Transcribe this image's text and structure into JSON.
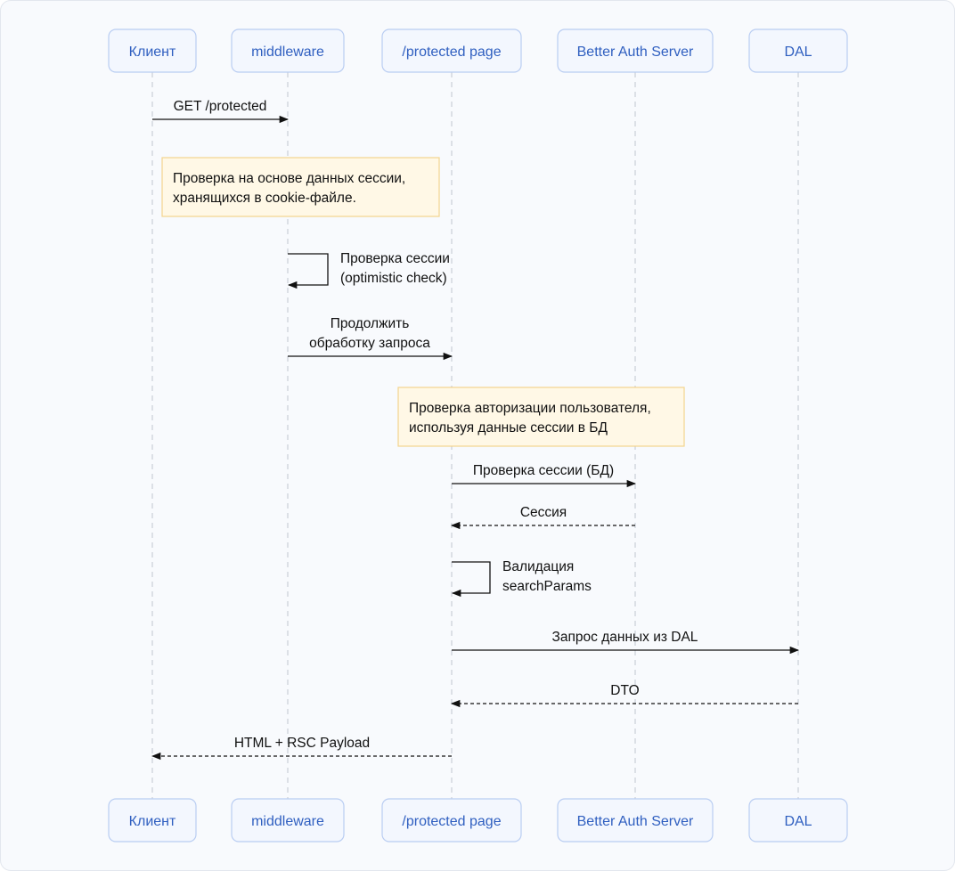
{
  "participants": [
    {
      "id": "client",
      "label": "Клиент"
    },
    {
      "id": "middleware",
      "label": "middleware"
    },
    {
      "id": "page",
      "label": "/protected page"
    },
    {
      "id": "auth",
      "label": "Better Auth Server"
    },
    {
      "id": "dal",
      "label": "DAL"
    }
  ],
  "steps": [
    {
      "kind": "message",
      "from": "client",
      "to": "middleware",
      "style": "solid",
      "lines": [
        "GET /protected"
      ]
    },
    {
      "kind": "note",
      "over": "middleware",
      "lines": [
        "Проверка на основе данных сессии,",
        "хранящихся в cookie-файле."
      ]
    },
    {
      "kind": "self",
      "on": "middleware",
      "lines": [
        "Проверка сессии",
        "(optimistic check)"
      ]
    },
    {
      "kind": "message",
      "from": "middleware",
      "to": "page",
      "style": "solid",
      "lines": [
        "Продолжить",
        "обработку запроса"
      ]
    },
    {
      "kind": "note",
      "over": "page",
      "lines": [
        "Проверка авторизации пользователя,",
        "используя данные сессии в БД"
      ]
    },
    {
      "kind": "message",
      "from": "page",
      "to": "auth",
      "style": "solid",
      "lines": [
        "Проверка сессии (БД)"
      ]
    },
    {
      "kind": "message",
      "from": "auth",
      "to": "page",
      "style": "dashed",
      "lines": [
        "Сессия"
      ]
    },
    {
      "kind": "self",
      "on": "page",
      "lines": [
        "Валидация",
        "searchParams"
      ]
    },
    {
      "kind": "message",
      "from": "page",
      "to": "dal",
      "style": "solid",
      "lines": [
        "Запрос данных из DAL"
      ]
    },
    {
      "kind": "message",
      "from": "dal",
      "to": "page",
      "style": "dashed",
      "lines": [
        "DTO"
      ]
    },
    {
      "kind": "message",
      "from": "page",
      "to": "client",
      "style": "dashed",
      "lines": [
        "HTML + RSC Payload"
      ]
    }
  ]
}
